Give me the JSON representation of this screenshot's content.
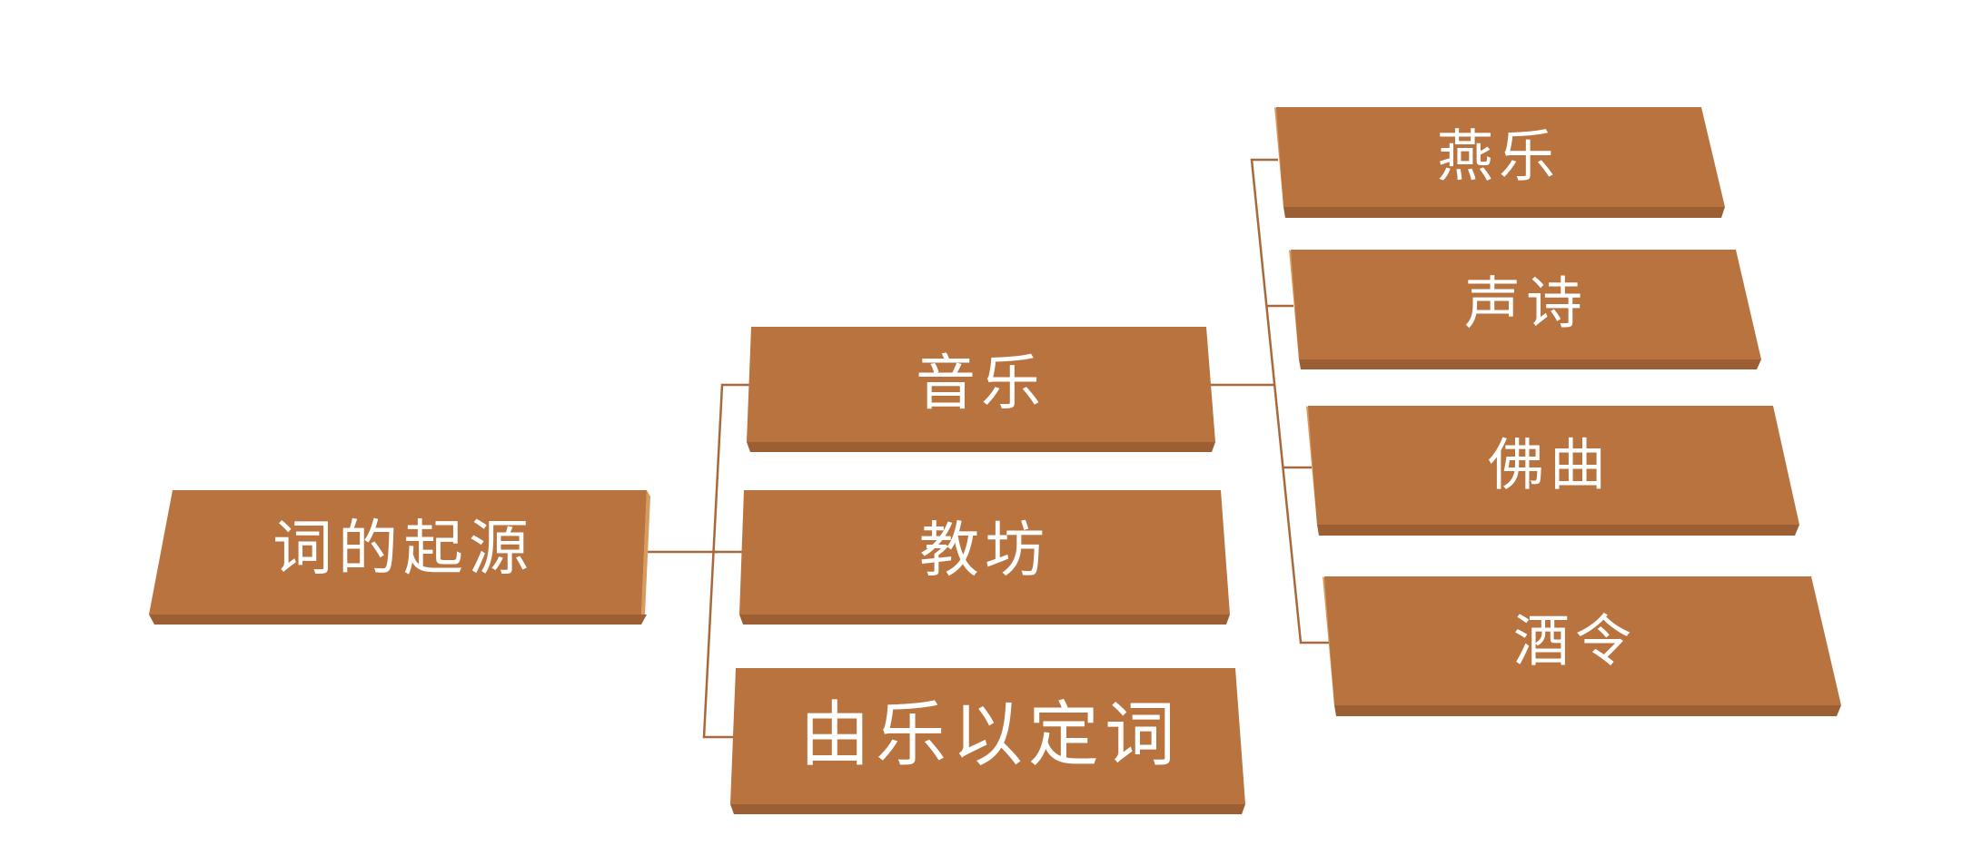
{
  "diagram": {
    "root": {
      "label": "词的起源"
    },
    "level1": [
      {
        "label": "音乐"
      },
      {
        "label": "教坊"
      },
      {
        "label": "由乐以定词"
      }
    ],
    "level2": [
      {
        "label": "燕乐"
      },
      {
        "label": "声诗"
      },
      {
        "label": "佛曲"
      },
      {
        "label": "酒令"
      }
    ],
    "colors": {
      "box_face": "#b8733f",
      "box_base": "#9c5f33",
      "connector": "#a9683b",
      "text": "#ffffff"
    }
  }
}
